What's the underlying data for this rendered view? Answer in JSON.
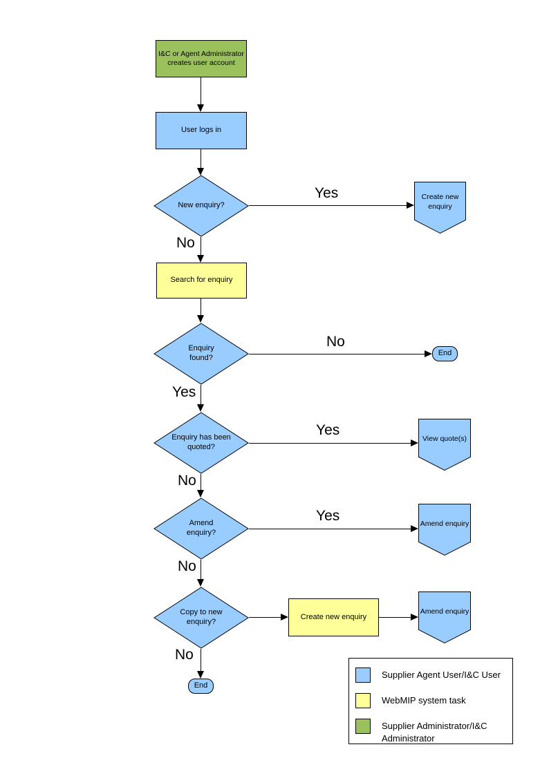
{
  "diagram": {
    "type": "flowchart",
    "nodes": {
      "admin_creates_account": "I&C or Agent Administrator creates user account",
      "user_logs_in": "User logs in",
      "new_enquiry": "New enquiry?",
      "create_new_enquiry_offpage": "Create new enquiry",
      "search_for_enquiry": "Search for enquiry",
      "enquiry_found": "Enquiry found?",
      "end_1": "End",
      "enquiry_quoted": "Enquiry has been quoted?",
      "view_quotes": "View quote(s)",
      "amend_enquiry_decision": "Amend enquiry?",
      "amend_enquiry_offpage_1": "Amend enquiry",
      "copy_to_new_enquiry": "Copy to new enquiry?",
      "create_new_enquiry_task": "Create new enquiry",
      "amend_enquiry_offpage_2": "Amend enquiry",
      "end_2": "End"
    },
    "edge_labels": {
      "yes": "Yes",
      "no": "No"
    },
    "colors": {
      "user_shape": "#99CCFF",
      "system_shape": "#FFFF99",
      "admin_shape": "#9BC15C",
      "outline": "#000000"
    },
    "legend": {
      "items": [
        {
          "color": "#99CCFF",
          "label": "Supplier Agent User/I&C User"
        },
        {
          "color": "#FFFF99",
          "label": "WebMIP system task"
        },
        {
          "color": "#9BC15C",
          "label": "Supplier Administrator/I&C Administrator"
        }
      ]
    }
  }
}
